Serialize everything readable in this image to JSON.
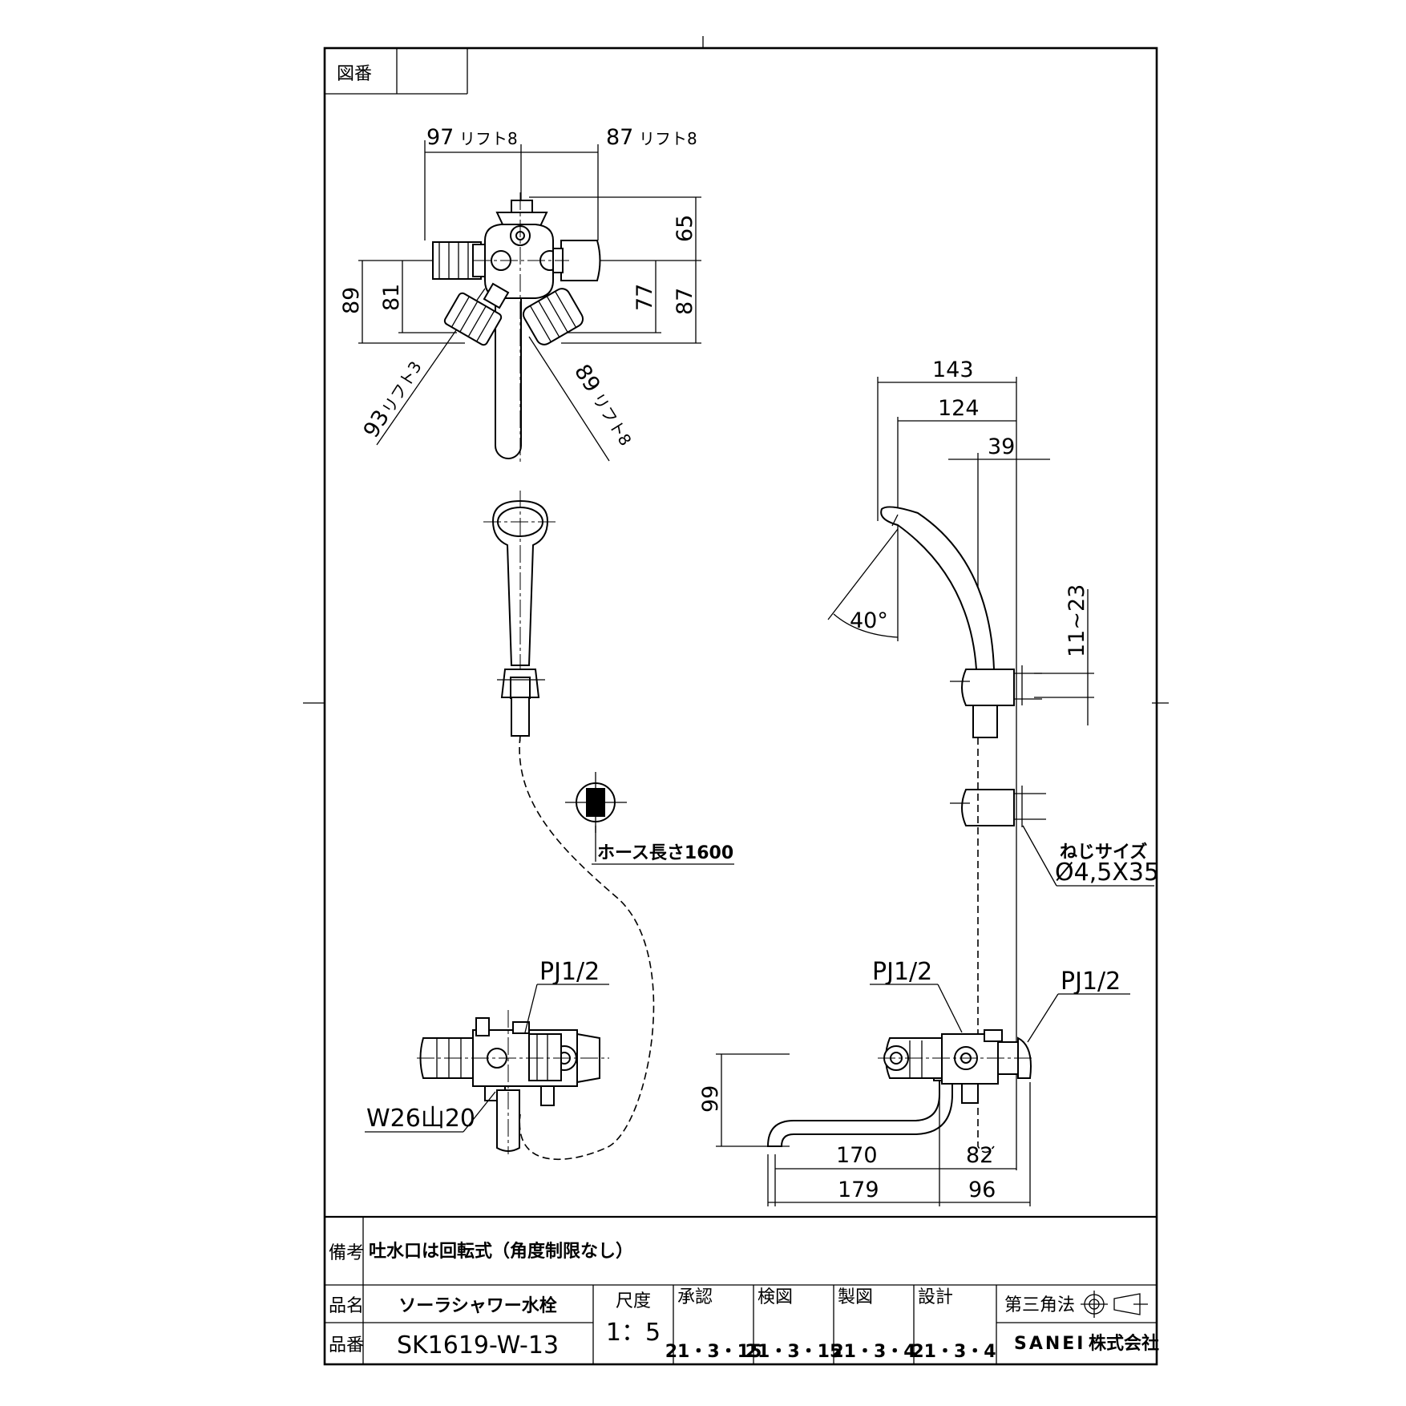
{
  "drawing_no_label": "図番",
  "drawing_no_value": "",
  "dims": {
    "top_left": "97",
    "top_left_lift": "リフト8",
    "top_right": "87",
    "top_right_lift": "リフト8",
    "d65": "65",
    "d89": "89",
    "d81": "81",
    "d77": "77",
    "d87": "87",
    "d93": "93",
    "d93_lift": "リフト3",
    "d89b": "89",
    "d89b_lift": "リフト8",
    "d143": "143",
    "d124": "124",
    "d39": "39",
    "angle": "40°",
    "range": "11~23",
    "d99": "99",
    "d170": "170",
    "d82": "82",
    "d179": "179",
    "d96": "96"
  },
  "callouts": {
    "hose": "ホース長さ1600",
    "screw_label": "ねじサイズ",
    "screw_size": "Ø4,5X35",
    "pj_left": "PJ1/2",
    "pj_mid": "PJ1/2",
    "pj_right": "PJ1/2",
    "w26": "W26山20"
  },
  "title_block": {
    "remarks_label": "備考",
    "remarks_value": "吐水口は回転式（角度制限なし）",
    "name_label": "品名",
    "name_value": "ソーラシャワー水栓",
    "number_label": "品番",
    "number_value": "SK1619-W-13",
    "scale_label": "尺度",
    "scale_value": "1：5",
    "approval_label": "承認",
    "approval_date": "21・3・15",
    "check_label": "検図",
    "check_date": "21・3・15",
    "draft_label": "製図",
    "draft_date": "21・3・4",
    "design_label": "設計",
    "design_date": "21・3・4",
    "projection": "第三角法",
    "company_brand": "SANEI",
    "company_suffix": "株式会社"
  }
}
